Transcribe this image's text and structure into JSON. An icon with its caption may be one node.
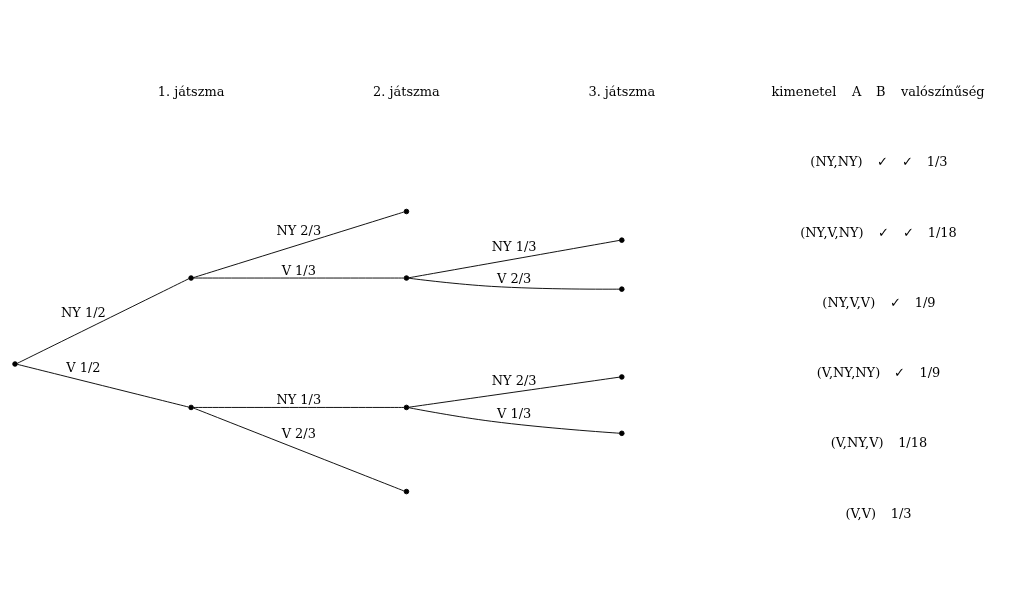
{
  "diagram": {
    "nodes": [
      {
        "text": [],
        "shape": "circle"
      },
      {
        "text": [],
        "shape": "circle"
      },
      {
        "text": [],
        "shape": "circle"
      },
      {
        "text": [],
        "shape": "circle",
        "beside": [
          "(NY,NY)",
          "✓",
          "✓",
          "1/3"
        ]
      },
      {
        "text": [],
        "shape": "circle"
      },
      {
        "text": [],
        "shape": "circle",
        "beside": [
          "(NY,V,NY)",
          "✓",
          "✓",
          "1/18"
        ]
      },
      {
        "text": [],
        "shape": "circle",
        "beside": [
          "(NY,V,V)",
          "✓",
          "1/9"
        ]
      },
      {
        "text": [],
        "shape": "circle"
      },
      {
        "text": [],
        "shape": "circle",
        "beside": [
          "(V,NY,NY)",
          "✓",
          "1/9"
        ]
      },
      {
        "text": [],
        "shape": "circle",
        "beside": [
          "(V,NY,V)",
          "1/18"
        ]
      },
      {
        "text": [],
        "shape": "circle",
        "beside": [
          "(V,V)",
          "1/3"
        ]
      }
    ],
    "edges": [
      {
        "from": 0,
        "to": 1,
        "arrow": "none",
        "label": "NY 1/2"
      },
      {
        "from": 0,
        "to": 2,
        "arrow": "none",
        "label": "V 1/2"
      },
      {
        "from": 1,
        "to": 3,
        "arrow": "none",
        "label": "NY 2/3"
      },
      {
        "from": 1,
        "to": 4,
        "arrow": "none",
        "label": "V 1/3"
      },
      {
        "from": 4,
        "to": 5,
        "arrow": "none",
        "label": "NY 1/3"
      },
      {
        "from": 4,
        "to": 6,
        "arrow": "none",
        "label": "V 2/3"
      },
      {
        "from": 2,
        "to": 7,
        "arrow": "none",
        "label": "NY 1/3"
      },
      {
        "from": 2,
        "to": 10,
        "arrow": "none",
        "label": "V 2/3"
      },
      {
        "from": 7,
        "to": 8,
        "arrow": "none",
        "label": "NY 2/3"
      },
      {
        "from": 7,
        "to": 9,
        "arrow": "none",
        "label": "V 1/3"
      }
    ],
    "labels": [
      "1. játszma",
      "2. játszma",
      "3. játszma",
      "kimenetel",
      "A",
      "B",
      "valószínűség"
    ]
  }
}
